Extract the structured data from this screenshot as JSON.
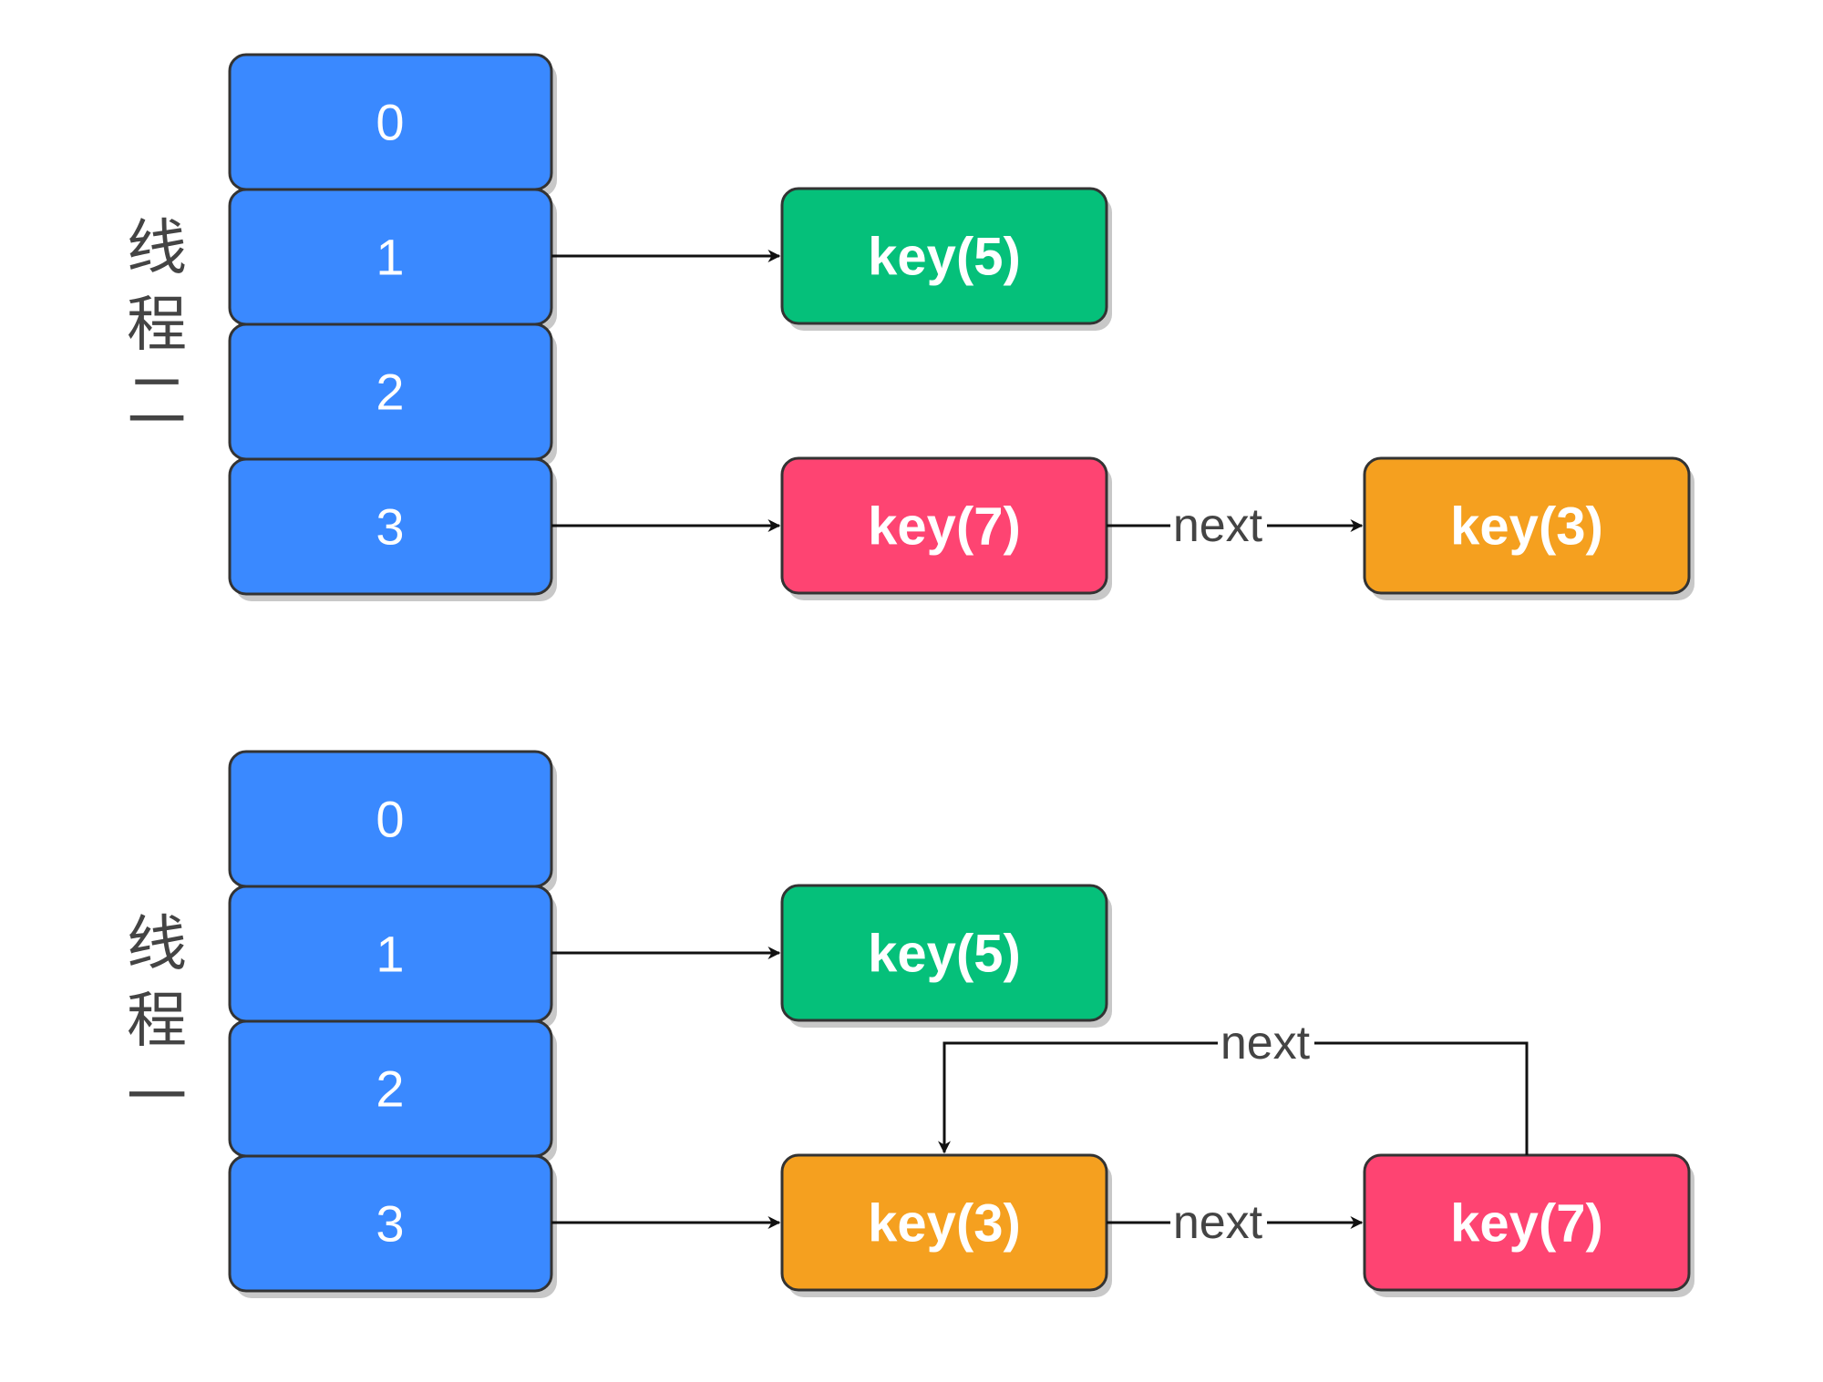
{
  "diagrams": [
    {
      "thread_label": [
        "线",
        "程",
        "二"
      ],
      "buckets": [
        "0",
        "1",
        "2",
        "3"
      ],
      "nodes": [
        {
          "label": "key(5)",
          "color": "#05c07a"
        },
        {
          "label": "key(7)",
          "color": "#fe4472"
        },
        {
          "label": "key(3)",
          "color": "#f5a01f"
        }
      ],
      "edges": [
        {
          "from": "bucket 1",
          "to": "key(5)",
          "label": ""
        },
        {
          "from": "bucket 3",
          "to": "key(7)",
          "label": ""
        },
        {
          "from": "key(7)",
          "to": "key(3)",
          "label": "next"
        }
      ]
    },
    {
      "thread_label": [
        "线",
        "程",
        "一"
      ],
      "buckets": [
        "0",
        "1",
        "2",
        "3"
      ],
      "nodes": [
        {
          "label": "key(5)",
          "color": "#05c07a"
        },
        {
          "label": "key(3)",
          "color": "#f5a01f"
        },
        {
          "label": "key(7)",
          "color": "#fe4472"
        }
      ],
      "edges": [
        {
          "from": "bucket 1",
          "to": "key(5)",
          "label": ""
        },
        {
          "from": "bucket 3",
          "to": "key(3)",
          "label": ""
        },
        {
          "from": "key(3)",
          "to": "key(7)",
          "label": "next"
        },
        {
          "from": "key(7)",
          "to": "key(3)",
          "label": "next"
        }
      ]
    }
  ],
  "colors": {
    "bucket": "#3a89ff",
    "border": "#333333",
    "edge": "#111111"
  }
}
